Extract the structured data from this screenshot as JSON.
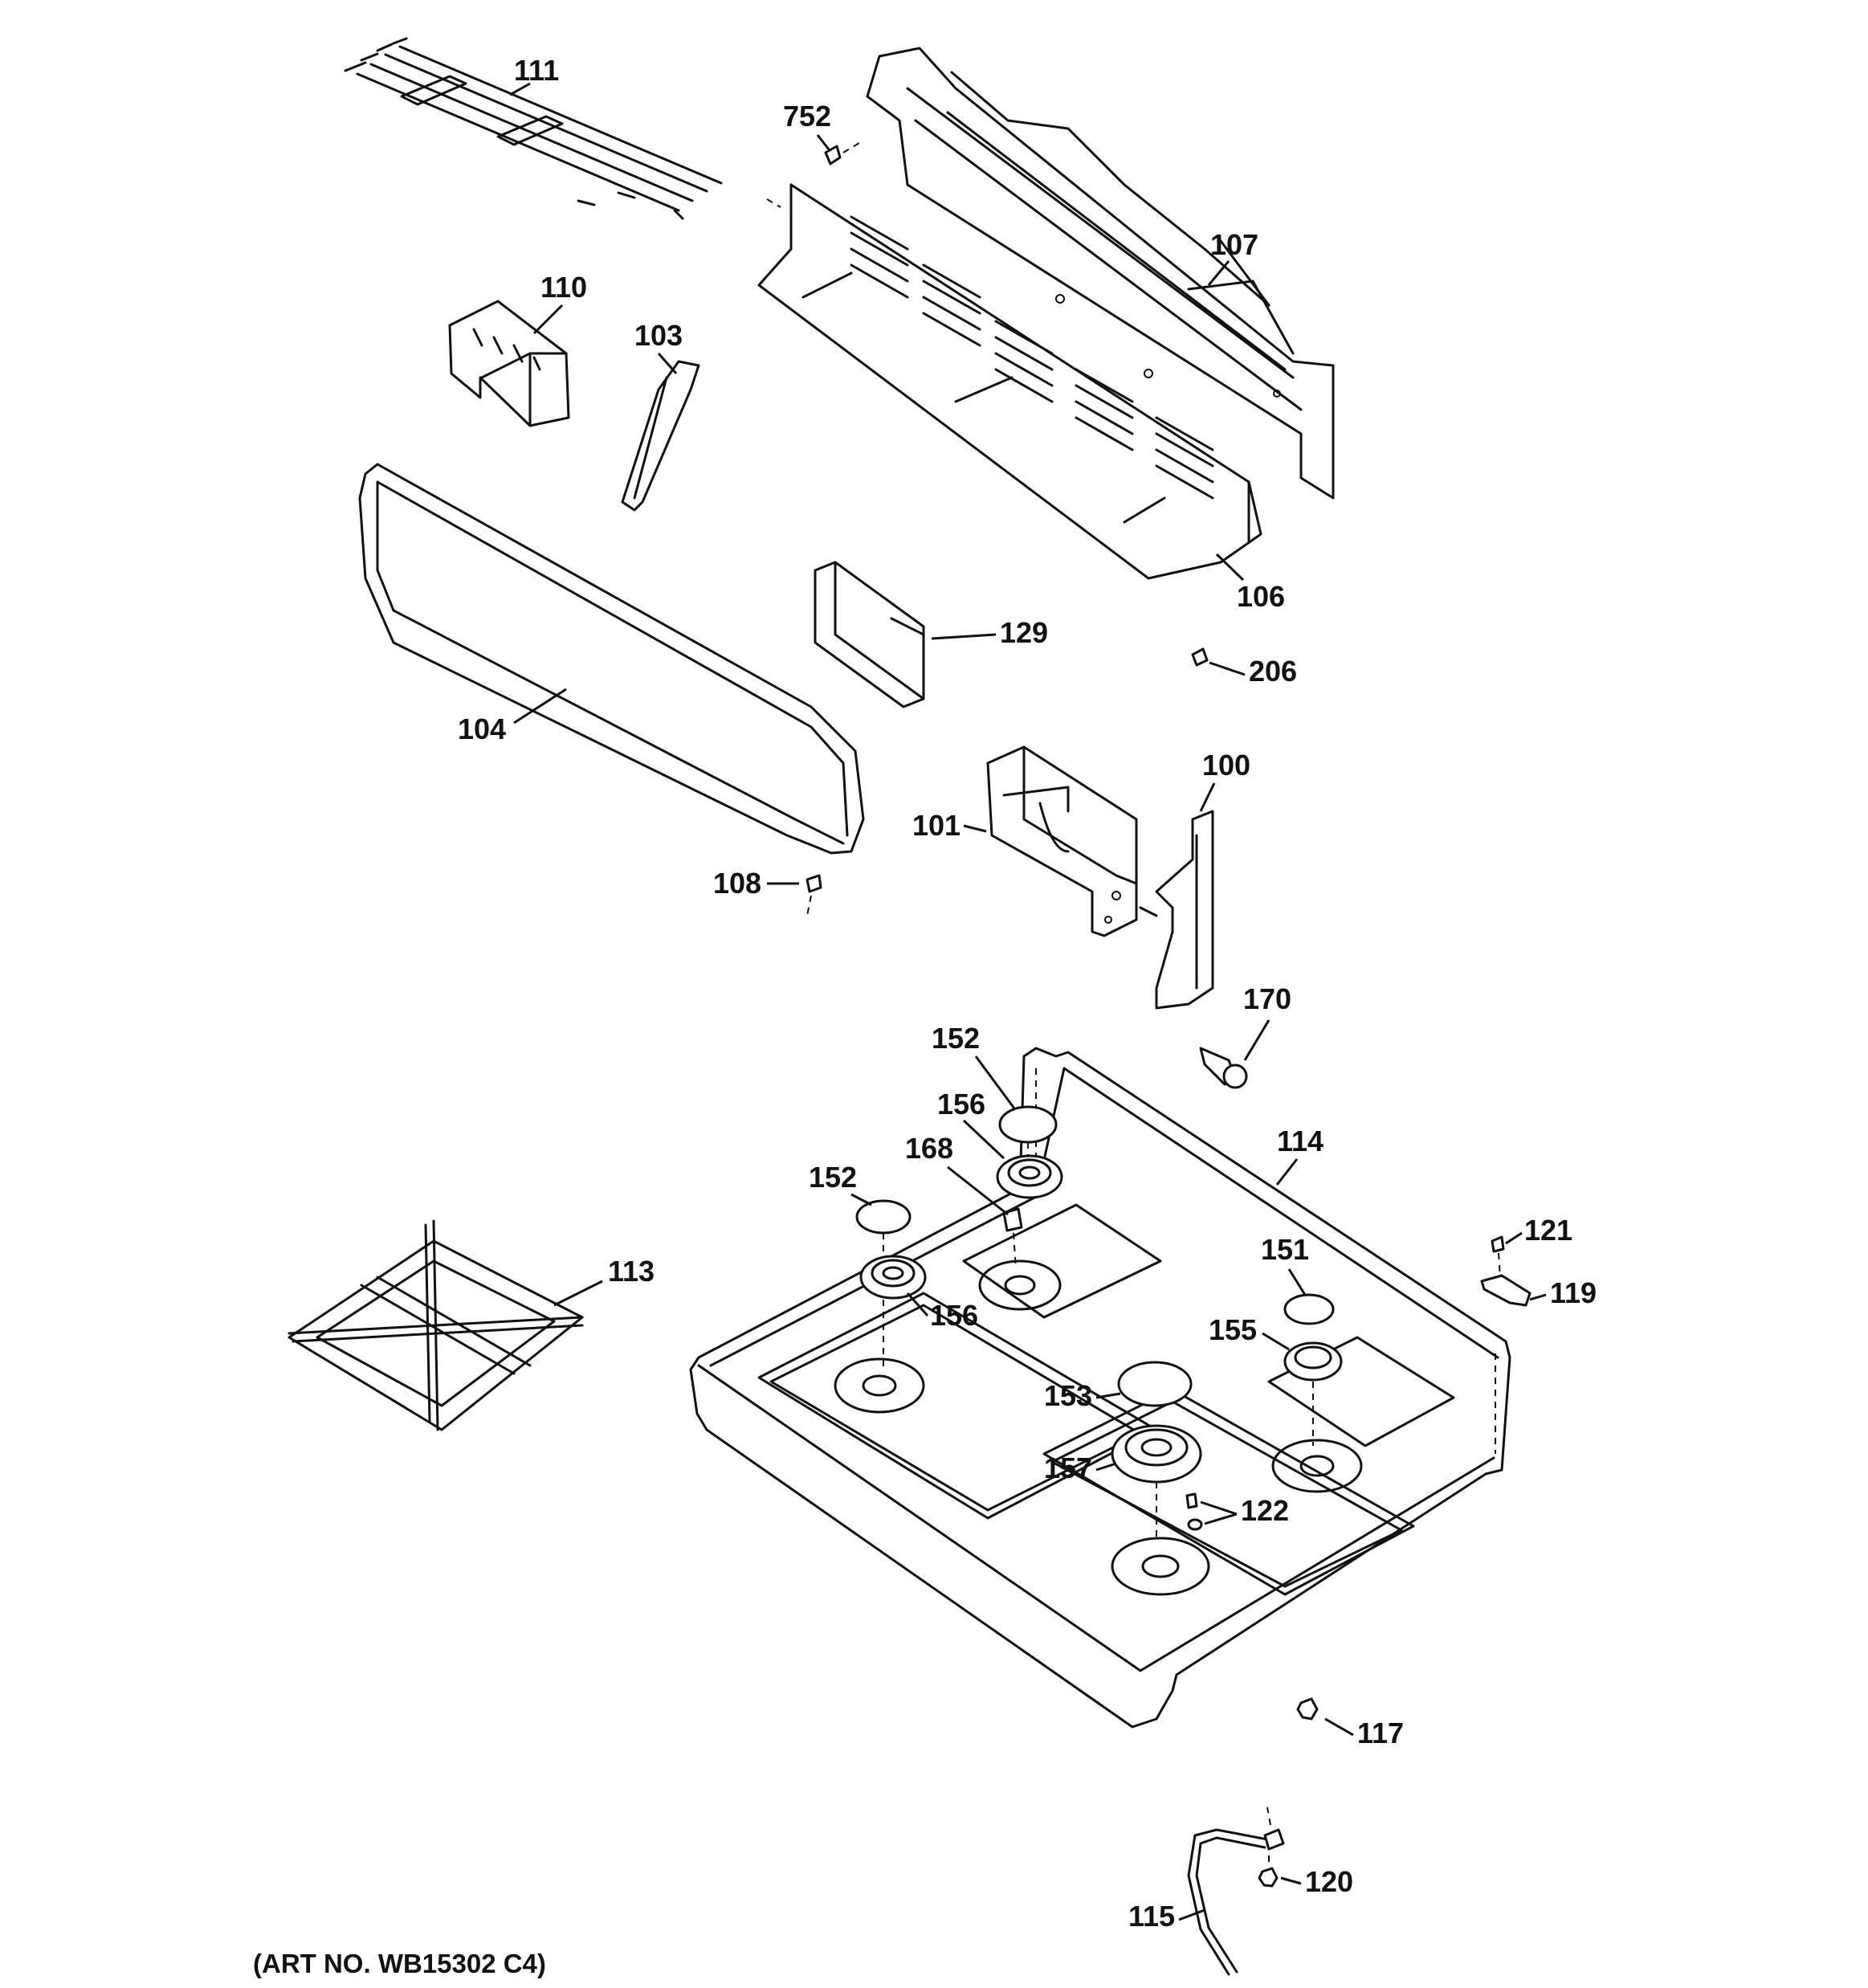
{
  "callouts": {
    "p111": "111",
    "p752": "752",
    "p107": "107",
    "p110": "110",
    "p103": "103",
    "p106": "106",
    "p129": "129",
    "p206": "206",
    "p104": "104",
    "p100": "100",
    "p101": "101",
    "p108": "108",
    "p170": "170",
    "p152a": "152",
    "p156a": "156",
    "p114": "114",
    "p168": "168",
    "p152b": "152",
    "p113": "113",
    "p121": "121",
    "p151": "151",
    "p119": "119",
    "p156b": "156",
    "p155": "155",
    "p153": "153",
    "p157": "157",
    "p122": "122",
    "p117": "117",
    "p120": "120",
    "p115": "115"
  },
  "art_number": "(ART NO. WB15302 C4)"
}
